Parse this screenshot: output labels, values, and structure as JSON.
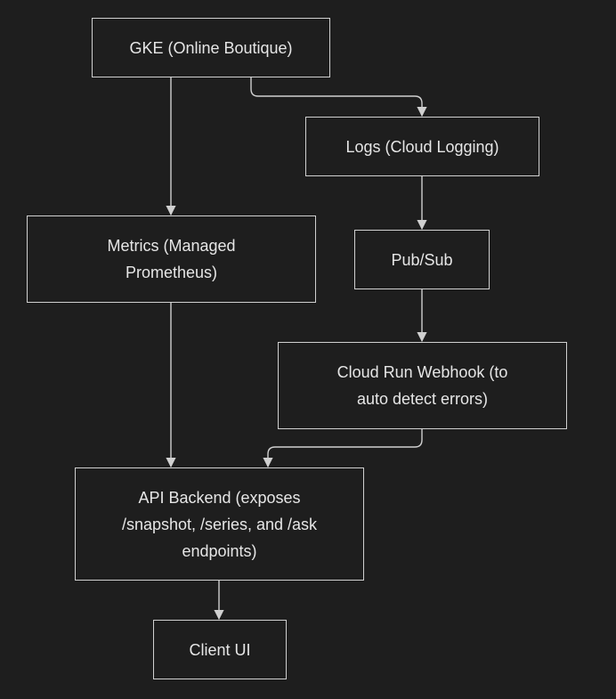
{
  "diagram": {
    "nodes": {
      "gke": {
        "lines": [
          "GKE (Online Boutique)"
        ]
      },
      "logs": {
        "lines": [
          "Logs (Cloud Logging)"
        ]
      },
      "metrics": {
        "lines": [
          "Metrics (Managed",
          "Prometheus)"
        ]
      },
      "pubsub": {
        "lines": [
          "Pub/Sub"
        ]
      },
      "webhook": {
        "lines": [
          "Cloud Run Webhook (to",
          "auto detect errors)"
        ]
      },
      "api": {
        "lines": [
          "API Backend (exposes",
          "/snapshot, /series, and /ask",
          "endpoints)"
        ]
      },
      "client": {
        "lines": [
          "Client UI"
        ]
      }
    },
    "edges": [
      {
        "from": "gke",
        "to": "logs"
      },
      {
        "from": "gke",
        "to": "metrics"
      },
      {
        "from": "logs",
        "to": "pubsub"
      },
      {
        "from": "pubsub",
        "to": "webhook"
      },
      {
        "from": "metrics",
        "to": "api"
      },
      {
        "from": "webhook",
        "to": "api"
      },
      {
        "from": "api",
        "to": "client"
      }
    ],
    "colors": {
      "background": "#1e1e1e",
      "stroke": "#d0d0d0",
      "text": "#e6e6e6"
    }
  }
}
